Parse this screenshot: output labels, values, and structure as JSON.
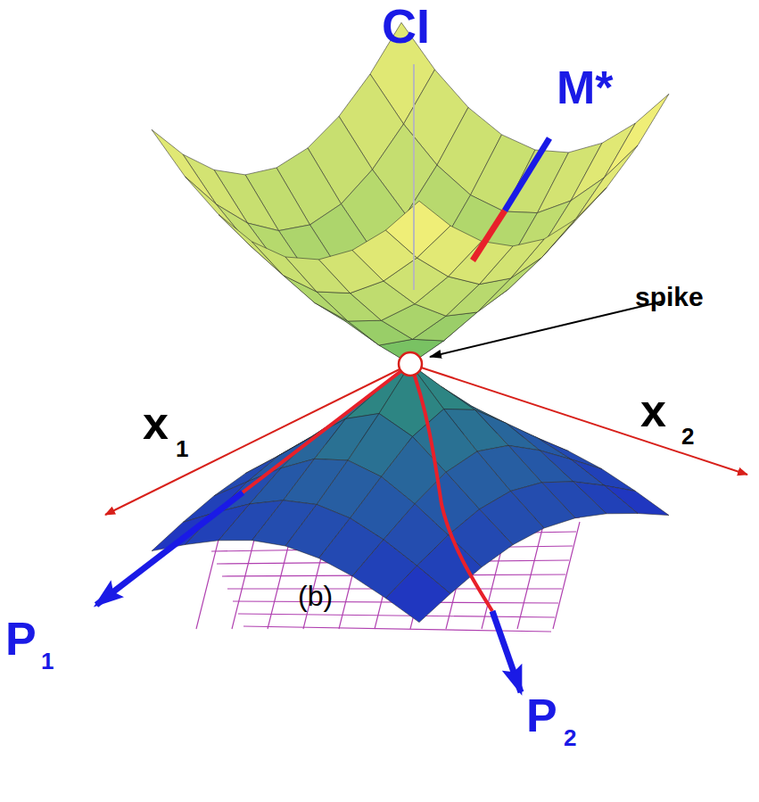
{
  "diagram": {
    "labels": [
      "CI",
      "M*",
      "spike",
      "x",
      "1",
      "x",
      "2",
      "P",
      "1",
      "P",
      "2",
      "(b)"
    ]
  }
}
